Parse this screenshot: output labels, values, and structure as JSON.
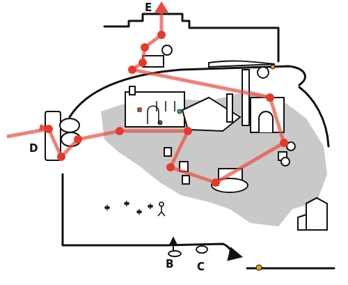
{
  "diagram": {
    "labels": [
      "E",
      "D",
      "B",
      "C"
    ]
  }
}
